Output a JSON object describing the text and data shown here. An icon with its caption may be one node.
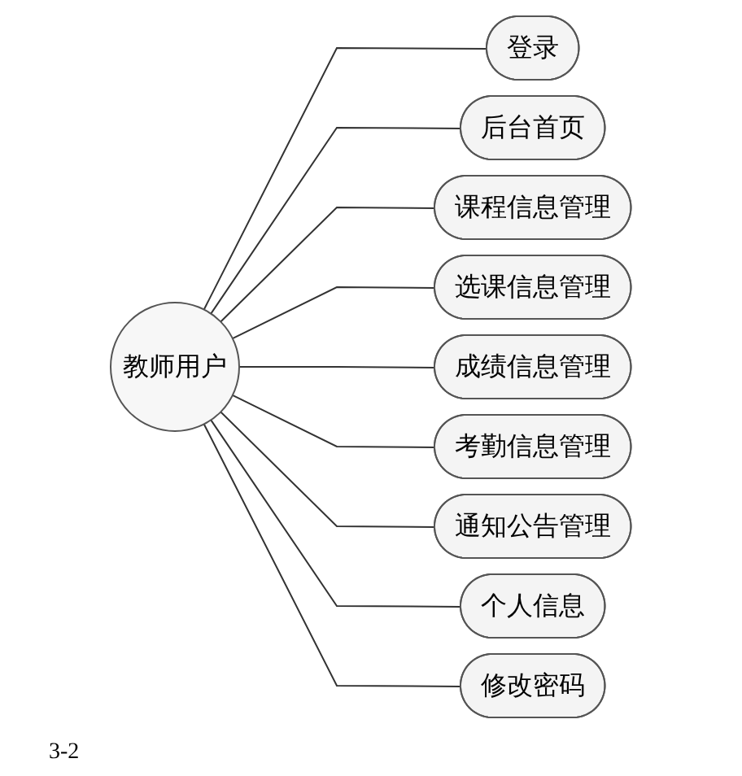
{
  "diagram": {
    "nodes": [
      {
        "text": [
          "教师用户"
        ]
      },
      {
        "text": [
          "登录"
        ]
      },
      {
        "text": [
          "后台首页"
        ]
      },
      {
        "text": [
          "课程信息管理"
        ]
      },
      {
        "text": [
          "选课信息管理"
        ]
      },
      {
        "text": [
          "成绩信息管理"
        ]
      },
      {
        "text": [
          "考勤信息管理"
        ]
      },
      {
        "text": [
          "通知公告管理"
        ]
      },
      {
        "text": [
          "个人信息"
        ]
      },
      {
        "text": [
          "修改密码"
        ]
      }
    ],
    "edges": [
      {
        "from": 0,
        "to": 1,
        "arrow": "none"
      },
      {
        "from": 0,
        "to": 2,
        "arrow": "none"
      },
      {
        "from": 0,
        "to": 3,
        "arrow": "none"
      },
      {
        "from": 0,
        "to": 4,
        "arrow": "none"
      },
      {
        "from": 0,
        "to": 5,
        "arrow": "none"
      },
      {
        "from": 0,
        "to": 6,
        "arrow": "none"
      },
      {
        "from": 0,
        "to": 7,
        "arrow": "none"
      },
      {
        "from": 0,
        "to": 8,
        "arrow": "none"
      },
      {
        "from": 0,
        "to": 9,
        "arrow": "none"
      }
    ],
    "labels": [
      "3-2"
    ]
  }
}
